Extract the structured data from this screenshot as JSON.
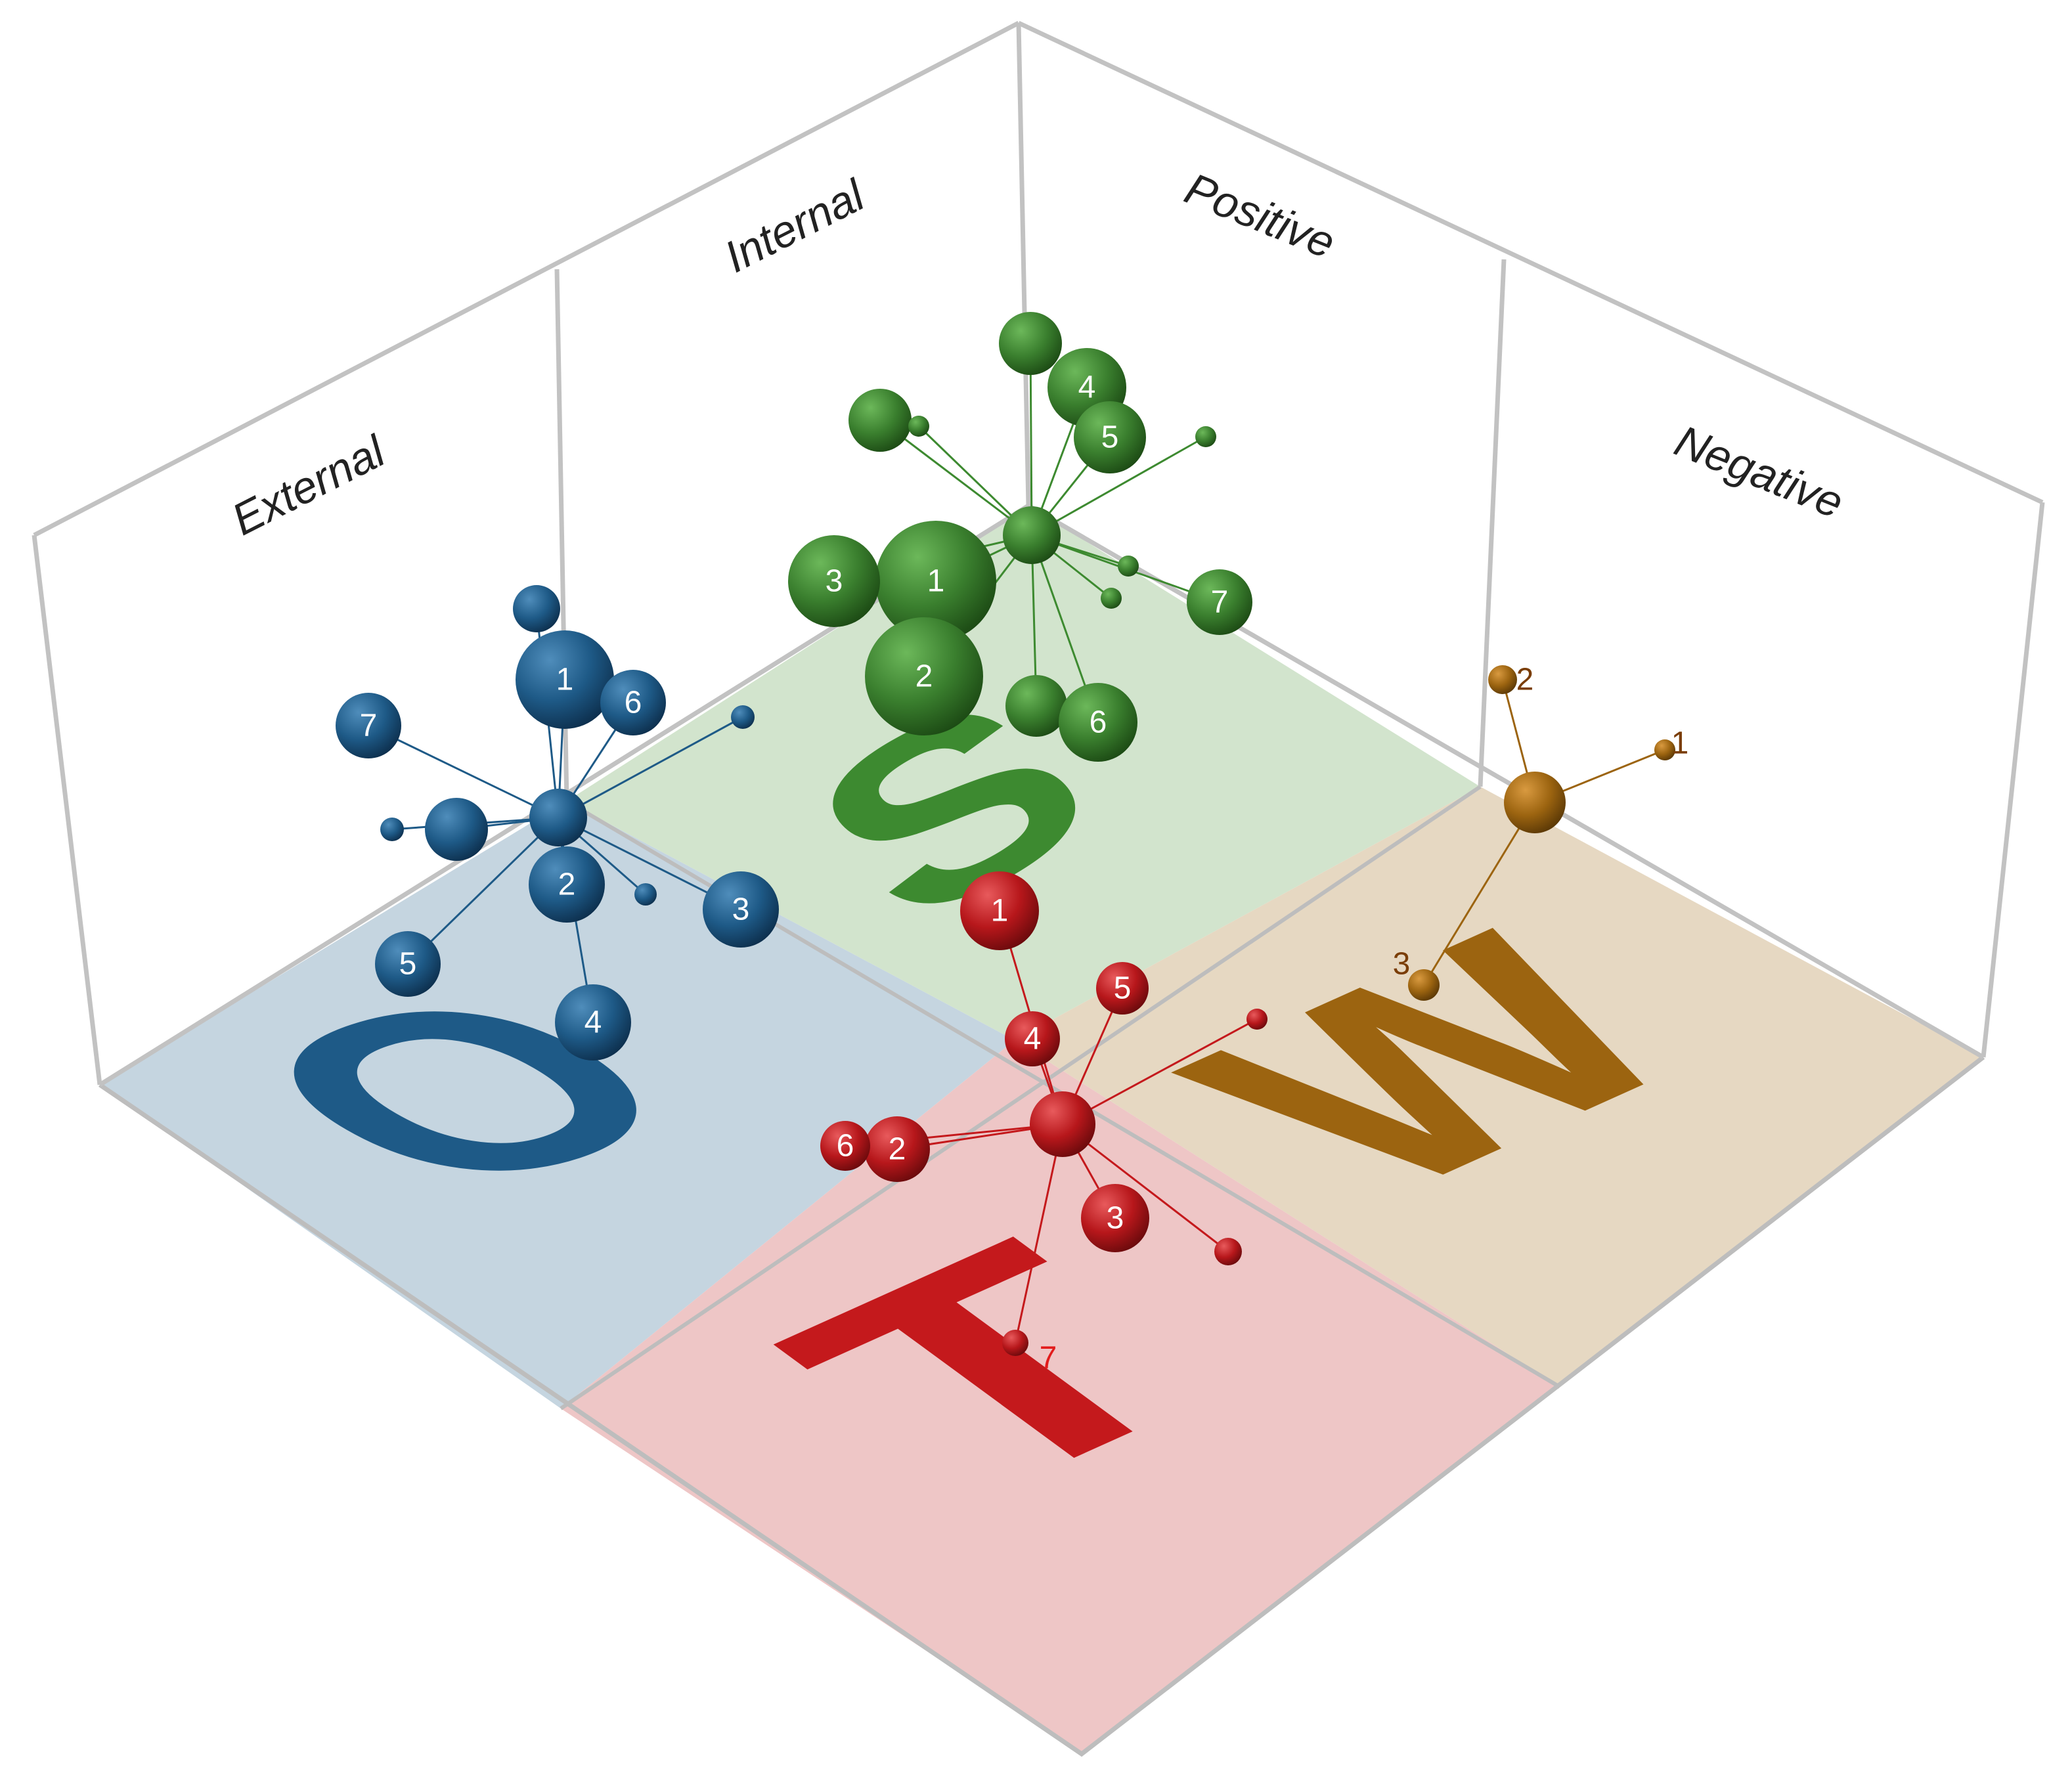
{
  "walls": {
    "external": "External",
    "internal": "Internal",
    "positive": "Positive",
    "negative": "Negative"
  },
  "quadrants": {
    "opportunities": {
      "letter": "O",
      "color": "#1e5a87",
      "fill": "#c5d5e0"
    },
    "strengths": {
      "letter": "S",
      "color": "#3d8a30",
      "fill": "#d2e4cd"
    },
    "weaknesses": {
      "letter": "W",
      "color": "#9c6410",
      "fill": "#e6d8c2"
    },
    "threats": {
      "letter": "T",
      "color": "#c4191c",
      "fill": "#eec6c6"
    }
  },
  "clusters": {
    "opportunities": {
      "nodes": [
        {
          "label": "1"
        },
        {
          "label": "2"
        },
        {
          "label": "3"
        },
        {
          "label": "4"
        },
        {
          "label": "5"
        },
        {
          "label": "6"
        },
        {
          "label": "7"
        }
      ]
    },
    "strengths": {
      "nodes": [
        {
          "label": "1"
        },
        {
          "label": "2"
        },
        {
          "label": "3"
        },
        {
          "label": "4"
        },
        {
          "label": "5"
        },
        {
          "label": "6"
        },
        {
          "label": "7"
        }
      ]
    },
    "weaknesses": {
      "nodes": [
        {
          "label": "1"
        },
        {
          "label": "2"
        },
        {
          "label": "3"
        }
      ]
    },
    "threats": {
      "nodes": [
        {
          "label": "1"
        },
        {
          "label": "2"
        },
        {
          "label": "3"
        },
        {
          "label": "4"
        },
        {
          "label": "5"
        },
        {
          "label": "6"
        },
        {
          "label": "7"
        }
      ]
    }
  }
}
